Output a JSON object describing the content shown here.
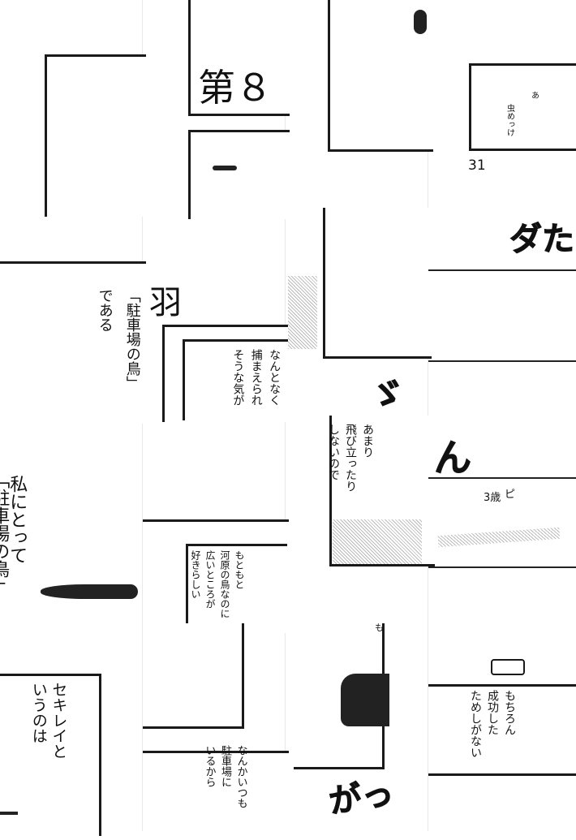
{
  "chapter": {
    "title": "第８",
    "suffix": "羽"
  },
  "page_number": "31",
  "captions": {
    "parking_bird": "「駐車場の鳥」",
    "dearu": "である",
    "to_me": "私にとって",
    "to_me_bird": "「駐車場の鳥」",
    "sekirei": [
      "セキレイと",
      "いうのは"
    ],
    "always_parking": [
      "なんかいつも",
      "駐車場に",
      "いるから"
    ]
  },
  "balloons": {
    "catchable": [
      "なんとなく",
      "捕まえられ",
      "そうな気が"
    ],
    "not_fly": [
      "あまり",
      "飛び立ったり",
      "しないので"
    ],
    "riverbed": [
      "もともと",
      "河原の鳥なのに",
      "広いところが",
      "好きらしい"
    ],
    "never_succeeded": [
      "もちろん",
      "成功した",
      "ためしがない"
    ]
  },
  "annotations": {
    "ah": "あ",
    "found_bug": "虫めっけ",
    "age": "3歳",
    "pi": "ピ"
  },
  "sound_effects": {
    "da": "ダた",
    "zu": "ゞ",
    "n": "ん",
    "ga": "がっ",
    "mo": "も"
  }
}
